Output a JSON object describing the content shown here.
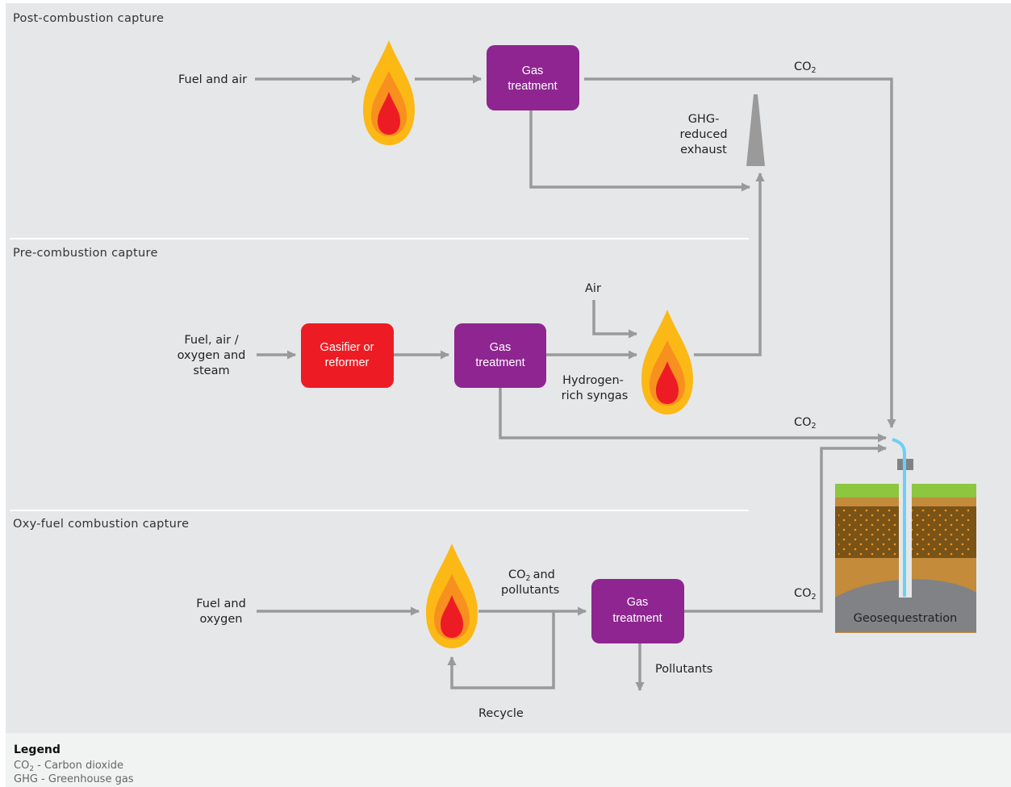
{
  "sections": {
    "post": "Post-combustion capture",
    "pre": "Pre-combustion capture",
    "oxy": "Oxy-fuel combustion capture"
  },
  "labels": {
    "fuel_air": "Fuel and air",
    "co2": "CO",
    "co2_sub": "2",
    "ghg_1": "GHG-",
    "ghg_2": "reduced",
    "ghg_3": "exhaust",
    "fuel_mix_1": "Fuel, air /",
    "fuel_mix_2": "oxygen and",
    "fuel_mix_3": "steam",
    "air": "Air",
    "h2_1": "Hydrogen-",
    "h2_2": "rich syngas",
    "fuel_oxy_1": "Fuel and",
    "fuel_oxy_2": "oxygen",
    "co2_and": "and",
    "pollutants_2": "pollutants",
    "pollutants": "Pollutants",
    "recycle": "Recycle",
    "geo": "Geosequestration"
  },
  "boxes": {
    "gas_1": "Gas",
    "gas_2": "treatment",
    "gasifier_1": "Gasifier or",
    "gasifier_2": "reformer"
  },
  "legend": {
    "title": "Legend",
    "co2": "CO",
    "co2_sub": "2",
    "co2_rest": " - Carbon dioxide",
    "ghg": "GHG - Greenhouse gas"
  },
  "colors": {
    "panel": "#e6e7e8",
    "purple": "#8e2590",
    "red": "#ed1c24",
    "arrow": "#9a9a9a",
    "flame_outer": "#fcb814",
    "flame_mid": "#f7901e",
    "flame_inner": "#ed1c24",
    "grass": "#8dc63f",
    "soil_dark": "#7a5316",
    "soil_light": "#c38b3a",
    "rock": "#808285",
    "pipe": "#6ccff6"
  }
}
